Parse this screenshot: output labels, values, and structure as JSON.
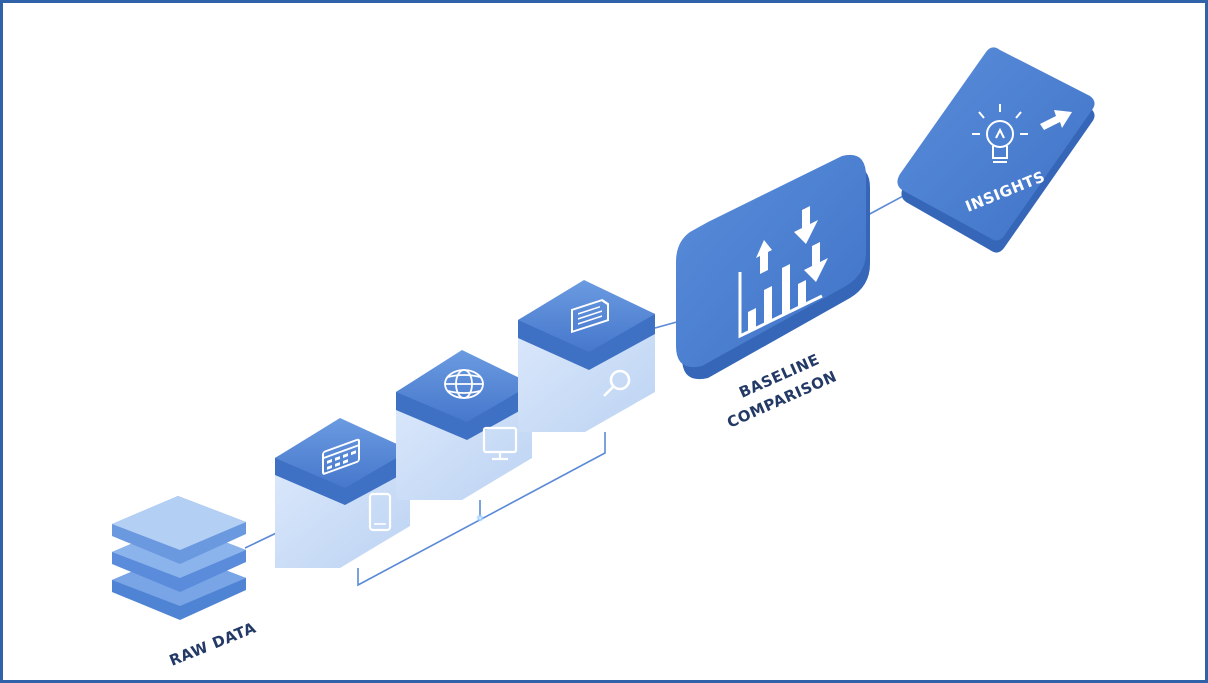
{
  "nodes": {
    "raw_data": {
      "label": "RAW DATA",
      "icon": "database-icon"
    },
    "calendar_block": {
      "top_icon": "calendar-icon",
      "side_icon": "mobile-phone-icon"
    },
    "globe_block": {
      "top_icon": "globe-icon",
      "side_icon": "monitor-icon"
    },
    "document_block": {
      "top_icon": "document-icon",
      "side_icon": "magnifier-icon"
    },
    "baseline": {
      "label_line1": "BASELINE",
      "label_line2": "COMPARISON",
      "icon": "bar-chart-arrows-icon"
    },
    "insights": {
      "label": "INSIGHTS",
      "icon": "lightbulb-icon",
      "arrow_icon": "arrow-right-icon"
    }
  },
  "colors": {
    "frame_border": "#2f62a8",
    "primary_blue": "#4a80d2",
    "light_blue": "#cfe0f8",
    "connector": "#5b8ad6",
    "label_text": "#243a66"
  }
}
